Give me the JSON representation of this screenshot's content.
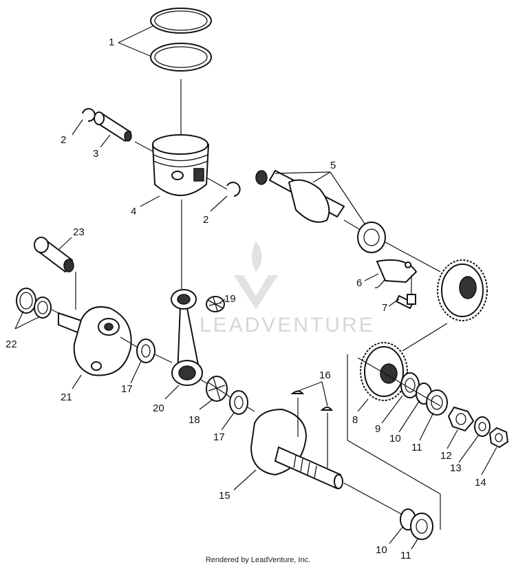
{
  "callouts": {
    "c1": "1",
    "c2a": "2",
    "c2b": "2",
    "c3": "3",
    "c4": "4",
    "c5": "5",
    "c6": "6",
    "c7": "7",
    "c8": "8",
    "c9": "9",
    "c10a": "10",
    "c10b": "10",
    "c11a": "11",
    "c11b": "11",
    "c12": "12",
    "c13": "13",
    "c14": "14",
    "c15": "15",
    "c16": "16",
    "c17a": "17",
    "c17b": "17",
    "c18": "18",
    "c19": "19",
    "c20": "20",
    "c21": "21",
    "c22": "22",
    "c23": "23"
  },
  "watermark": {
    "brand": "LEADVENTURE",
    "icon": "leadventure-logo-icon"
  },
  "footer": "Rendered by LeadVenture, Inc."
}
